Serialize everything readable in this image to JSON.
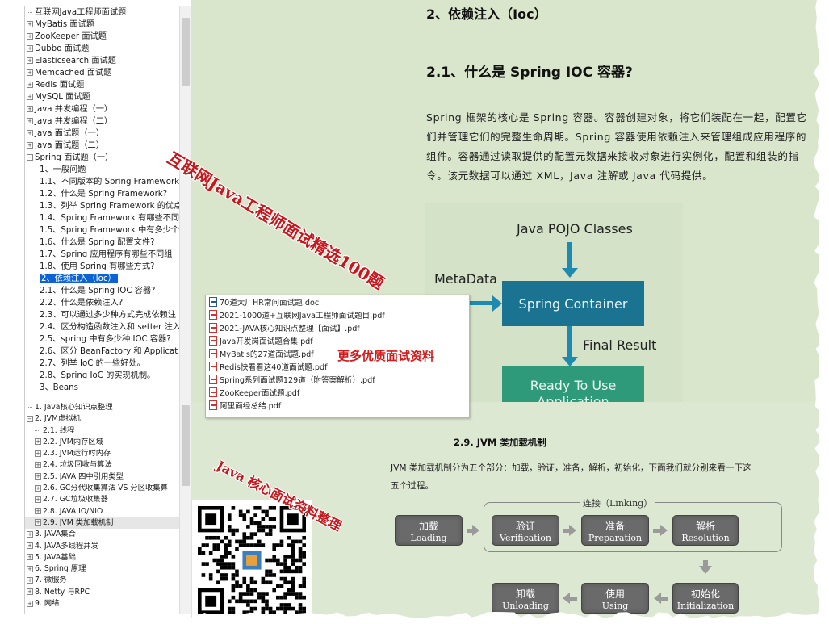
{
  "tree_top": {
    "items": [
      {
        "label": "互联网Java工程师面试题",
        "expander": "dash",
        "indent": 0
      },
      {
        "label": "MyBatis 面试题",
        "expander": "+",
        "indent": 0
      },
      {
        "label": "ZooKeeper 面试题",
        "expander": "+",
        "indent": 0
      },
      {
        "label": "Dubbo 面试题",
        "expander": "+",
        "indent": 0
      },
      {
        "label": "Elasticsearch 面试题",
        "expander": "+",
        "indent": 0
      },
      {
        "label": "Memcached 面试题",
        "expander": "+",
        "indent": 0
      },
      {
        "label": "Redis 面试题",
        "expander": "+",
        "indent": 0
      },
      {
        "label": "MySQL 面试题",
        "expander": "+",
        "indent": 0
      },
      {
        "label": "Java 并发编程（一）",
        "expander": "+",
        "indent": 0
      },
      {
        "label": "Java 并发编程（二）",
        "expander": "+",
        "indent": 0
      },
      {
        "label": "Java 面试题（一）",
        "expander": "+",
        "indent": 0
      },
      {
        "label": "Java 面试题（二）",
        "expander": "+",
        "indent": 0
      },
      {
        "label": "Spring 面试题（一）",
        "expander": "-",
        "indent": 0
      },
      {
        "label": "1、一般问题",
        "expander": "none",
        "indent": 1
      },
      {
        "label": "1.1、不同版本的 Spring Framework",
        "expander": "none",
        "indent": 1
      },
      {
        "label": "1.2、什么是 Spring Framework?",
        "expander": "none",
        "indent": 1
      },
      {
        "label": "1.3、列举 Spring Framework 的优点",
        "expander": "none",
        "indent": 1
      },
      {
        "label": "1.4、Spring Framework 有哪些不同",
        "expander": "none",
        "indent": 1
      },
      {
        "label": "1.5、Spring Framework 中有多少个",
        "expander": "none",
        "indent": 1
      },
      {
        "label": "1.6、什么是 Spring 配置文件?",
        "expander": "none",
        "indent": 1
      },
      {
        "label": "1.7、Spring 应用程序有哪些不同组",
        "expander": "none",
        "indent": 1
      },
      {
        "label": "1.8、使用 Spring 有哪些方式?",
        "expander": "none",
        "indent": 1
      },
      {
        "label": "2、依赖注入（Ioc）",
        "expander": "none",
        "indent": 1,
        "selected": true
      },
      {
        "label": "2.1、什么是 Spring IOC 容器?",
        "expander": "none",
        "indent": 1
      },
      {
        "label": "2.2、什么是依赖注入?",
        "expander": "none",
        "indent": 1
      },
      {
        "label": "2.3、可以通过多少种方式完成依赖注",
        "expander": "none",
        "indent": 1
      },
      {
        "label": "2.4、区分构造函数注入和 setter 注入",
        "expander": "none",
        "indent": 1
      },
      {
        "label": "2.5、spring 中有多少种 IOC 容器?",
        "expander": "none",
        "indent": 1
      },
      {
        "label": "2.6、区分 BeanFactory 和 Applicat",
        "expander": "none",
        "indent": 1
      },
      {
        "label": "2.7、列举 IoC 的一些好处。",
        "expander": "none",
        "indent": 1
      },
      {
        "label": "2.8、Spring IoC 的实现机制。",
        "expander": "none",
        "indent": 1
      },
      {
        "label": "3、Beans",
        "expander": "none",
        "indent": 1
      }
    ]
  },
  "tree_bottom": {
    "items": [
      {
        "label": "1. Java核心知识点整理",
        "expander": "dash",
        "indent": 0
      },
      {
        "label": "2. JVM虚拟机",
        "expander": "-",
        "indent": 0
      },
      {
        "label": "2.1. 线程",
        "expander": "dash",
        "indent": 1
      },
      {
        "label": "2.2. JVM内存区域",
        "expander": "+",
        "indent": 1
      },
      {
        "label": "2.3. JVM运行时内存",
        "expander": "+",
        "indent": 1
      },
      {
        "label": "2.4. 垃圾回收与算法",
        "expander": "+",
        "indent": 1
      },
      {
        "label": "2.5. JAVA 四中引用类型",
        "expander": "+",
        "indent": 1
      },
      {
        "label": "2.6. GC分代收集算法 VS 分区收集算",
        "expander": "+",
        "indent": 1
      },
      {
        "label": "2.7. GC垃圾收集器",
        "expander": "+",
        "indent": 1
      },
      {
        "label": "2.8. JAVA IO/NIO",
        "expander": "+",
        "indent": 1
      },
      {
        "label": "2.9. JVM 类加载机制",
        "expander": "+",
        "indent": 1,
        "highlight": true
      },
      {
        "label": "3. JAVA集合",
        "expander": "+",
        "indent": 0
      },
      {
        "label": "4. JAVA多线程并发",
        "expander": "+",
        "indent": 0
      },
      {
        "label": "5. JAVA基础",
        "expander": "+",
        "indent": 0
      },
      {
        "label": "6. Spring 原理",
        "expander": "+",
        "indent": 0
      },
      {
        "label": "7. 微服务",
        "expander": "+",
        "indent": 0
      },
      {
        "label": "8. Netty 与RPC",
        "expander": "+",
        "indent": 0
      },
      {
        "label": "9. 网络",
        "expander": "+",
        "indent": 0
      }
    ]
  },
  "doc_top": {
    "section_title": "2、依赖注入（Ioc）",
    "subsection_title": "2.1、什么是 Spring IOC 容器?",
    "paragraph_lines": [
      "Spring 框架的核心是 Spring 容器。容器创建对象，将它们装配在一起，配置它",
      "们并管理它们的完整生命周期。Spring 容器使用依赖注入来管理组成应用程序的",
      "组件。容器通过读取提供的配置元数据来接收对象进行实例化，配置和组装的指",
      "令。该元数据可以通过 XML，Java 注解或 Java 代码提供。"
    ],
    "diagram": {
      "pojo_label": "Java POJO Classes",
      "metadata_label": "MetaData",
      "container_label": "Spring Container",
      "final_label": "Final Result",
      "ready_label_1": "Ready To Use",
      "ready_label_2": "Application"
    }
  },
  "popup": {
    "files": [
      {
        "name": "70道大厂HR常问面试题.doc",
        "type": "doc"
      },
      {
        "name": "2021-1000道+互联网Java工程师面试题目.pdf",
        "type": "pdf"
      },
      {
        "name": "2021-JAVA核心知识点整理【面试】.pdf",
        "type": "pdf"
      },
      {
        "name": "Java开发岗面试题合集.pdf",
        "type": "pdf"
      },
      {
        "name": "MyBatis的27道面试题.pdf",
        "type": "pdf"
      },
      {
        "name": "Redis快看看这40道面试题.pdf",
        "type": "pdf"
      },
      {
        "name": "Spring系列面试题129道（附答案解析）.pdf",
        "type": "pdf"
      },
      {
        "name": "ZooKeeper面试题.pdf",
        "type": "pdf"
      },
      {
        "name": "阿里面经总结.pdf",
        "type": "pdf"
      }
    ],
    "promo": "更多优质面试资料"
  },
  "doc_bottom": {
    "title": "2.9. JVM 类加载机制",
    "text_line_1": "JVM 类加载机制分为五个部分：加载，验证，准备，解析，初始化，下面我们就分别来看一下这",
    "text_line_2": "五个过程。",
    "linking_label": "连接（Linking）",
    "steps": {
      "load": {
        "cn": "加载",
        "en": "Loading"
      },
      "verify": {
        "cn": "验证",
        "en": "Verification"
      },
      "prepare": {
        "cn": "准备",
        "en": "Preparation"
      },
      "resolve": {
        "cn": "解析",
        "en": "Resolution"
      },
      "init": {
        "cn": "初始化",
        "en": "Initialization"
      },
      "use": {
        "cn": "使用",
        "en": "Using"
      },
      "unload": {
        "cn": "卸载",
        "en": "Unloading"
      }
    }
  },
  "overlays": {
    "banner_1": "互联网Java工程师面试精选100题",
    "banner_2": "Java 核心面试资料整理"
  },
  "colors": {
    "selected_bg": "#0b63d6",
    "doc_bg": "#d9e6cc",
    "spring_container": "#1a7390",
    "ready_box": "#2f9a7a",
    "overlay_red": "#c7161c"
  }
}
